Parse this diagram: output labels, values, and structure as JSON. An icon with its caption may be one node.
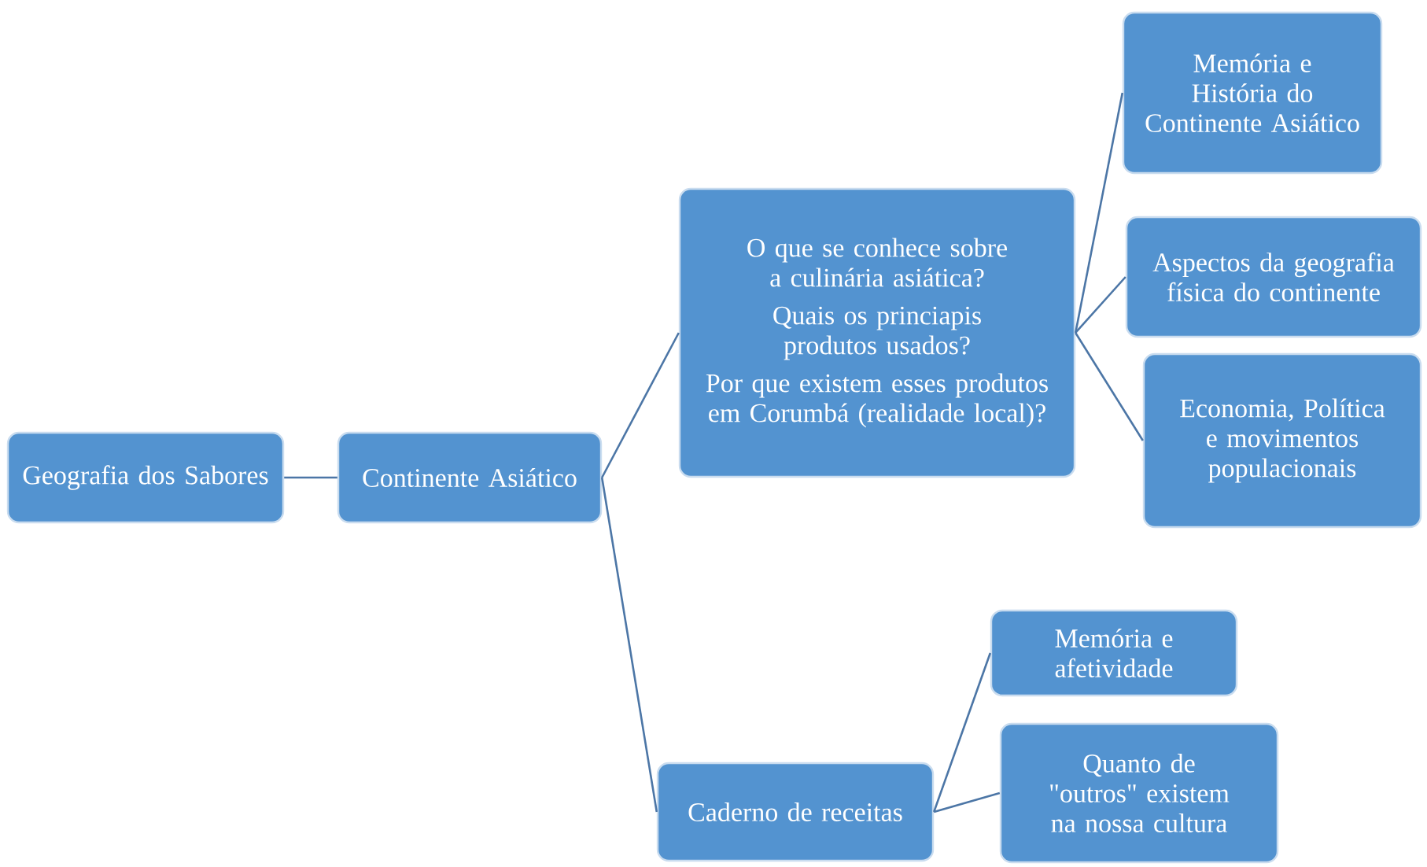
{
  "diagram": {
    "nodes": [
      {
        "text": [
          "Geografia dos Sabores"
        ]
      },
      {
        "text": [
          "Continente Asiático"
        ]
      },
      {
        "text": [
          "O que se conhece sobre a culinária asiática?",
          "Quais os princiapis produtos usados?",
          "Por que existem  esses produtos em Corumbá (realidade local)?"
        ]
      },
      {
        "text": [
          "Memória e História do Continente Asiático"
        ]
      },
      {
        "text": [
          "Aspectos da geografia física do continente"
        ]
      },
      {
        "text": [
          "Economia, Política e movimentos populacionais"
        ]
      },
      {
        "text": [
          "Caderno de receitas"
        ]
      },
      {
        "text": [
          "Memória e afetividade"
        ]
      },
      {
        "text": [
          "Quanto de \"outros\" existem na nossa cultura"
        ]
      }
    ],
    "edges": [
      {
        "from": 0,
        "to": 1,
        "arrow": "none"
      },
      {
        "from": 1,
        "to": 2,
        "arrow": "none"
      },
      {
        "from": 1,
        "to": 6,
        "arrow": "none"
      },
      {
        "from": 2,
        "to": 3,
        "arrow": "none"
      },
      {
        "from": 2,
        "to": 4,
        "arrow": "none"
      },
      {
        "from": 2,
        "to": 5,
        "arrow": "none"
      },
      {
        "from": 6,
        "to": 7,
        "arrow": "none"
      },
      {
        "from": 6,
        "to": 8,
        "arrow": "none"
      }
    ]
  }
}
